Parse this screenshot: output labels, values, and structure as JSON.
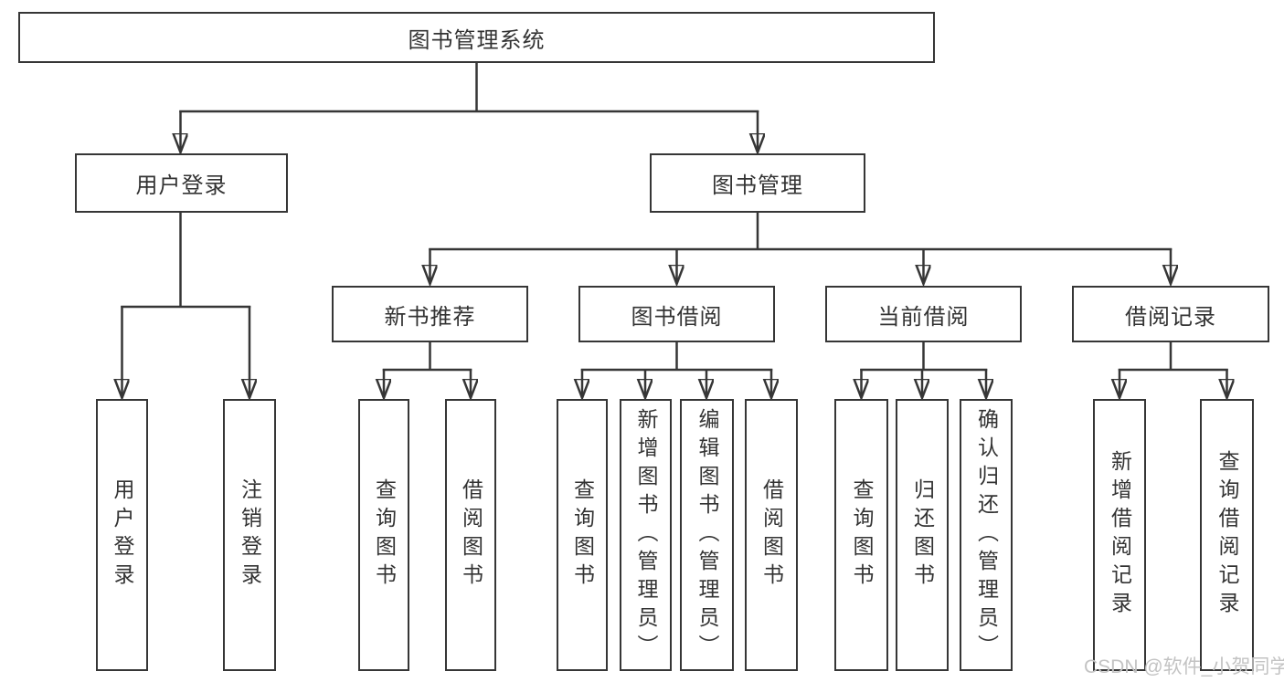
{
  "title": "图书管理系统",
  "level2": [
    {
      "label": "用户登录"
    },
    {
      "label": "图书管理"
    }
  ],
  "level3": [
    {
      "label": "新书推荐"
    },
    {
      "label": "图书借阅"
    },
    {
      "label": "当前借阅"
    },
    {
      "label": "借阅记录"
    }
  ],
  "leaves": [
    {
      "label": "用户登录"
    },
    {
      "label": "注销登录"
    },
    {
      "label": "查询图书"
    },
    {
      "label": "借阅图书"
    },
    {
      "label": "查询图书"
    },
    {
      "label": "新增图书（管理员）"
    },
    {
      "label": "编辑图书（管理员）"
    },
    {
      "label": "借阅图书"
    },
    {
      "label": "查询图书"
    },
    {
      "label": "归还图书"
    },
    {
      "label": "确认归还（管理员）"
    },
    {
      "label": "新增借阅记录"
    },
    {
      "label": "查询借阅记录"
    }
  ],
  "watermark": "CSDN @软件_小贺同学",
  "colors": {
    "line": "#363636",
    "text": "#333333",
    "box_background": "#ffffff",
    "page_background": "#ffffff",
    "watermark": "#c3c3c3"
  }
}
